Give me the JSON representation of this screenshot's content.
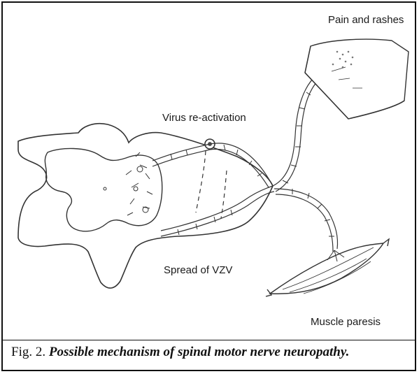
{
  "figure": {
    "labels": {
      "pain": "Pain and rashes",
      "virus": "Virus re-activation",
      "spread": "Spread of VZV",
      "muscle": "Muscle paresis"
    }
  },
  "caption": {
    "prefix": "Fig. 2.",
    "title": "Possible mechanism of  spinal motor nerve neuropathy."
  }
}
